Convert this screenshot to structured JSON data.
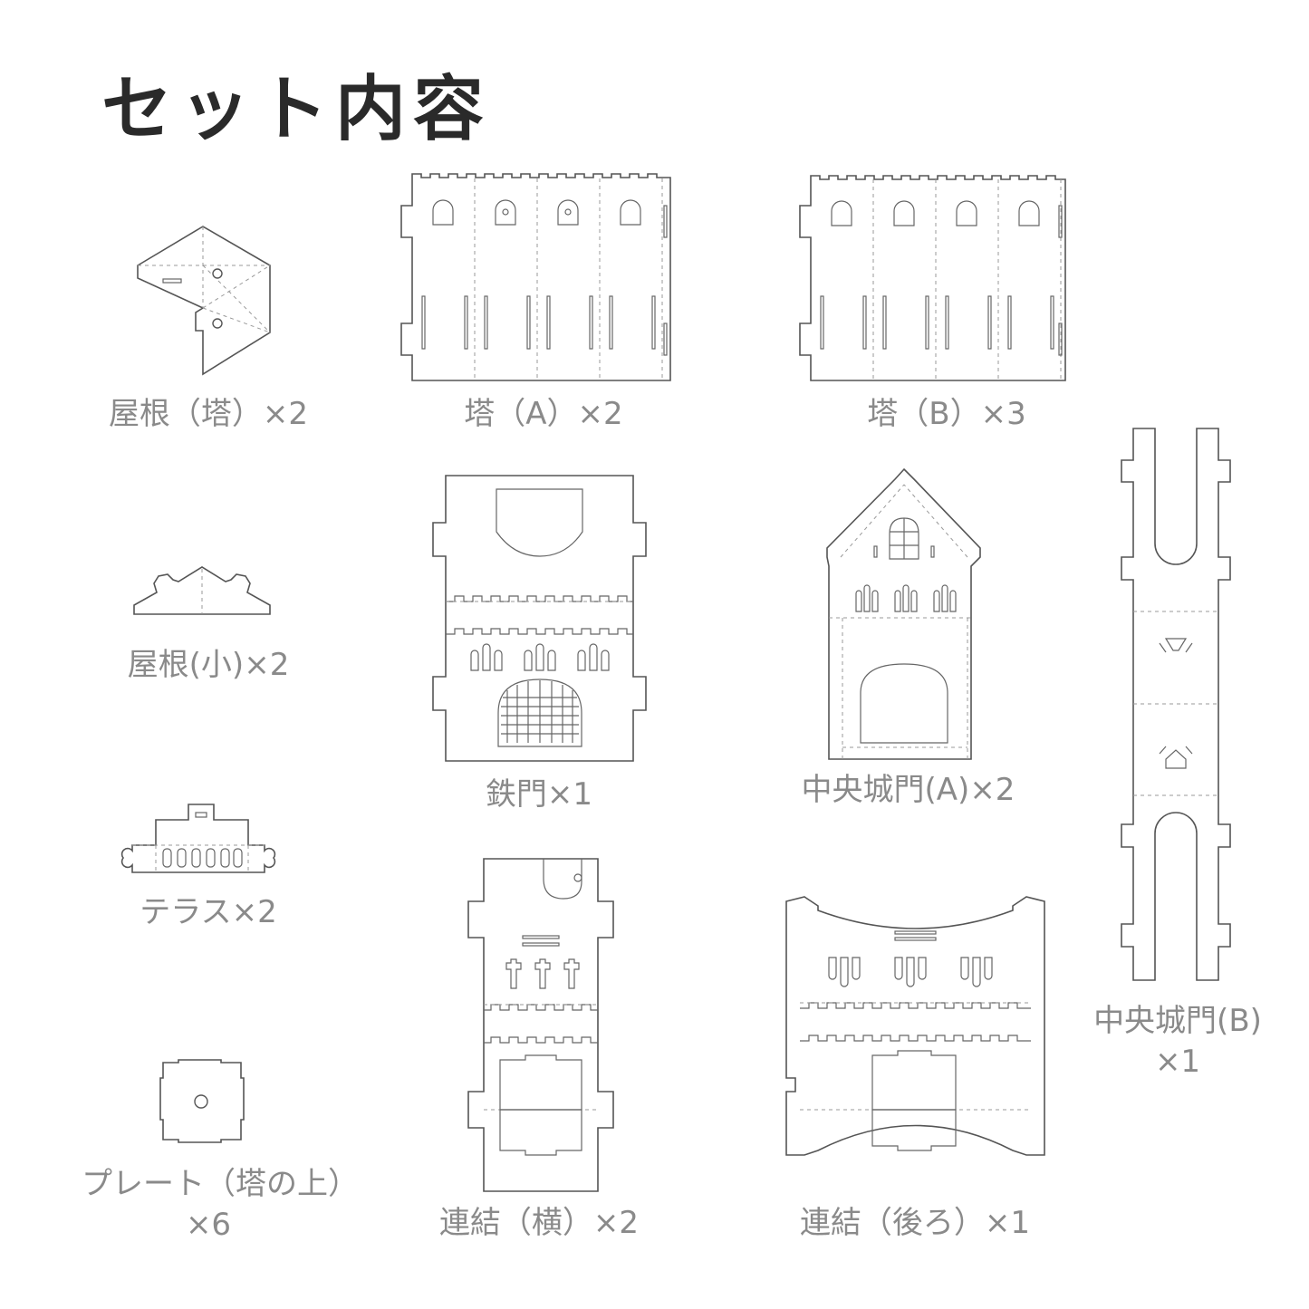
{
  "title": "セット内容",
  "parts": [
    {
      "name": "屋根（塔）×2"
    },
    {
      "name": "塔（A）×2"
    },
    {
      "name": "塔（B）×3"
    },
    {
      "name": "屋根(小)×2"
    },
    {
      "name": "鉄門×1"
    },
    {
      "name": "中央城門(A)×2"
    },
    {
      "name": "中央城門(B)",
      "qty": "×1"
    },
    {
      "name": "テラス×2"
    },
    {
      "name": "プレート（塔の上）",
      "qty": "×6"
    },
    {
      "name": "連結（横）×2"
    },
    {
      "name": "連結（後ろ）×1"
    }
  ]
}
